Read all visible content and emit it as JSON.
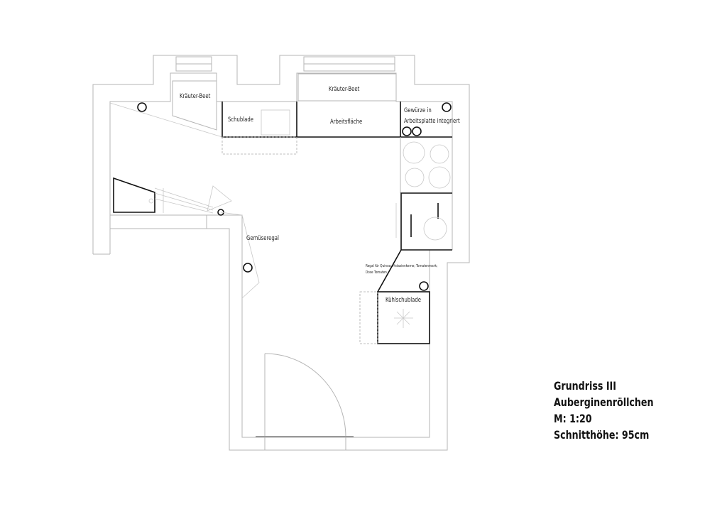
{
  "labels": {
    "herb_bed_1": "Kräuter-Beet",
    "herb_bed_2": "Kräuter-Beet",
    "drawer": "Schublade",
    "worktop": "Arbeitsfläche",
    "spices": "Gewürze in Arbeitsplatte integriert",
    "vegetable_shelf": "Gemüseregal",
    "shelf_note": "Regal für Quinoa; Pistazienkerne; Tomatenmark; Dose Tomaten",
    "cooling_drawer": "Kühlschublade"
  },
  "title_block": {
    "line1": "Grundriss III",
    "line2": "Auberginenröllchen",
    "line3": "M: 1:20",
    "line4": "Schnitthöhe: 95cm"
  }
}
